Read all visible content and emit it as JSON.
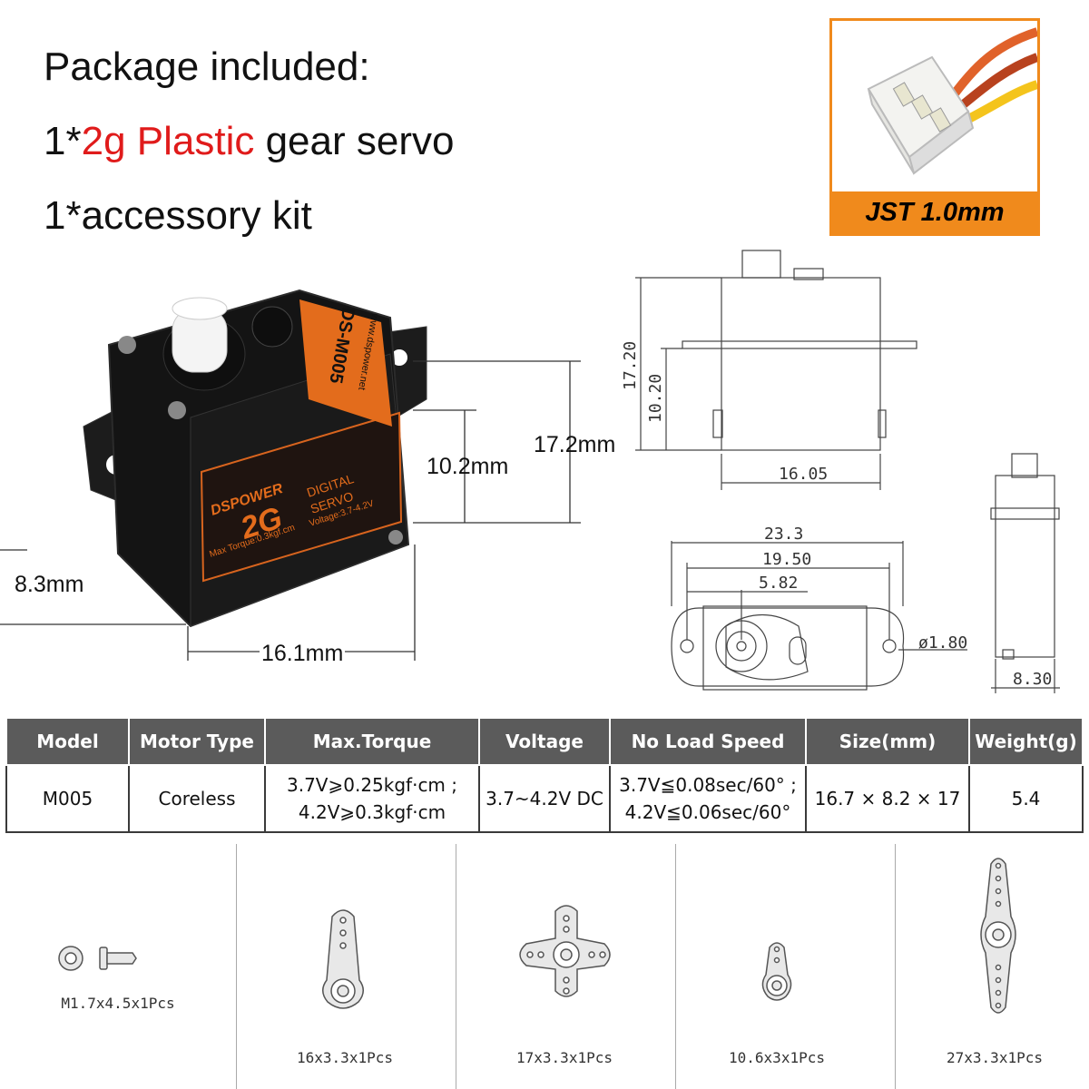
{
  "package": {
    "heading": "Package included:",
    "line1_prefix": "1*",
    "line1_highlight": "2g Plastic",
    "line1_suffix": " gear servo",
    "line2": "1*accessory kit"
  },
  "connector": {
    "label": "JST 1.0mm",
    "accent_color": "#f08a1c"
  },
  "servo_photo": {
    "model_label": "DS-M005",
    "website": "www.dspower.net",
    "brand": "DSPOWER",
    "size_label": "2G",
    "type_line1": "DIGITAL",
    "type_line2": "SERVO",
    "torque_text": "Max Torque:0.3kgf.cm",
    "voltage_text": "Voltage:3.7-4.2V"
  },
  "photo_dims": {
    "height_total": "17.2mm",
    "height_body": "10.2mm",
    "depth": "8.3mm",
    "width": "16.1mm"
  },
  "drawing_dims": {
    "side_height_total": "17.20",
    "side_height_body": "10.20",
    "side_width": "16.05",
    "top_overall": "23.3",
    "top_holes": "19.50",
    "top_shaft": "5.82",
    "hole_dia": "ø1.80",
    "end_width": "8.30"
  },
  "spec_table": {
    "headers": [
      "Model",
      "Motor Type",
      "Max.Torque",
      "Voltage",
      "No Load Speed",
      "Size(mm)",
      "Weight(g)"
    ],
    "row": {
      "model": "M005",
      "motor_type": "Coreless",
      "torque_line1": "3.7V⩾0.25kgf·cm ;",
      "torque_line2": "4.2V⩾0.3kgf·cm",
      "voltage": "3.7~4.2V DC",
      "speed_line1": "3.7V≦0.08sec/60° ;",
      "speed_line2": "4.2V≦0.06sec/60°",
      "size": "16.7 × 8.2 × 17",
      "weight": "5.4"
    }
  },
  "accessories": [
    {
      "caption": "M1.7x4.5x1Pcs",
      "icon": "screw-icon"
    },
    {
      "caption": "16x3.3x1Pcs",
      "icon": "single-arm-horn-icon"
    },
    {
      "caption": "17x3.3x1Pcs",
      "icon": "cross-horn-icon"
    },
    {
      "caption": "10.6x3x1Pcs",
      "icon": "short-arm-horn-icon"
    },
    {
      "caption": "27x3.3x1Pcs",
      "icon": "double-arm-horn-icon"
    }
  ]
}
